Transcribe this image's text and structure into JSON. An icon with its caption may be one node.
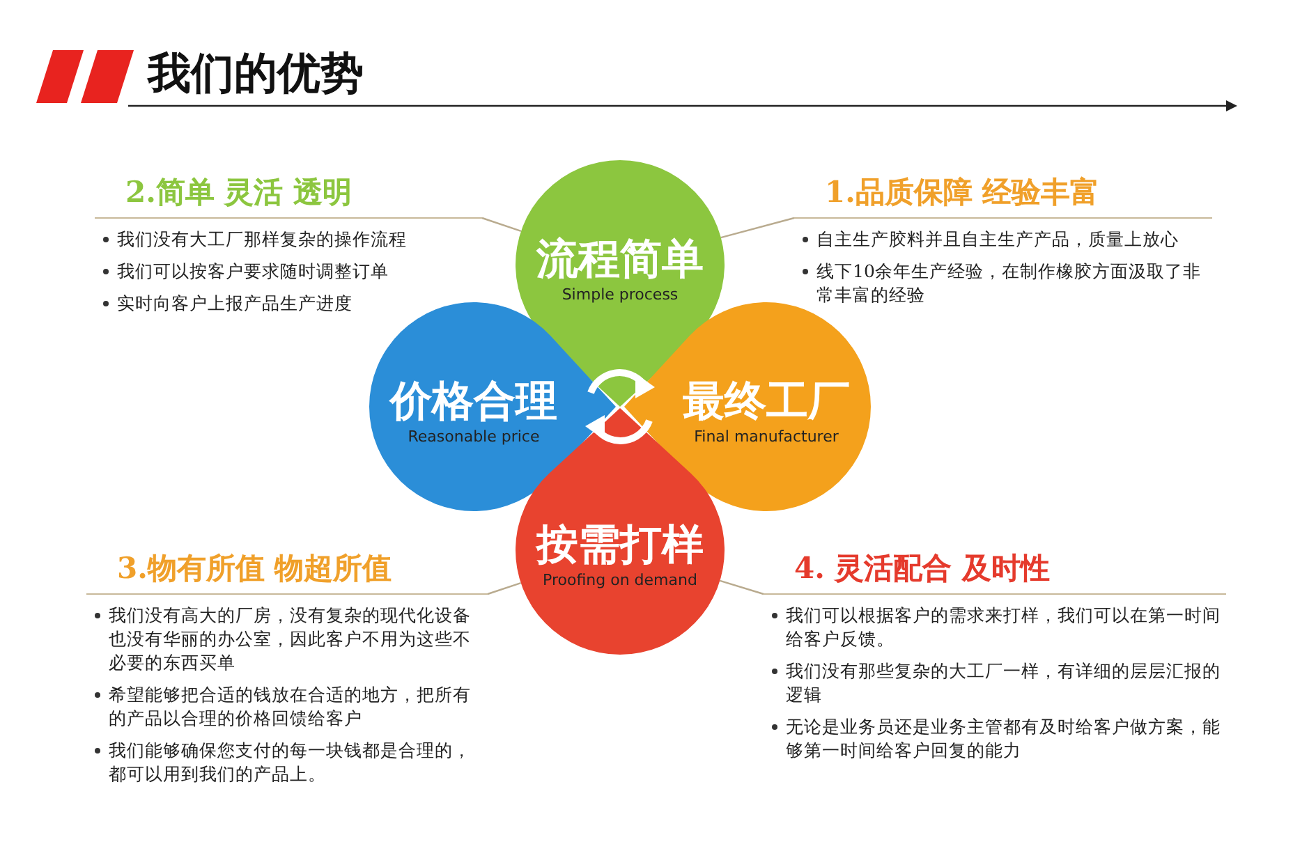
{
  "diagram": {
    "title": "我们的优势",
    "nodes": [
      {
        "text": [
          "2.简单 灵活 透明",
          "我们没有大工厂那样复杂的操作流程",
          "我们可以按客户要求随时调整订单",
          "实时向客户上报产品生产进度"
        ]
      },
      {
        "text": [
          "1.品质保障 经验丰富",
          "自主生产胶料并且自主生产产品，质量上放心",
          "线下10余年生产经验，在制作橡胶方面汲取了非常丰富的经验"
        ]
      },
      {
        "text": [
          "流程简单",
          "Simple process"
        ]
      },
      {
        "text": [
          "价格合理",
          "Reasonable price"
        ]
      },
      {
        "text": [
          "最终工厂",
          "Final manufacturer"
        ]
      },
      {
        "text": [
          "按需打样",
          "Proofing on demand"
        ]
      },
      {
        "text": [
          "3.物有所值 物超所值",
          "我们没有高大的厂房，没有复杂的现代化设备也没有华丽的办公室，因此客户不用为这些不必要的东西买单",
          "希望能够把合适的钱放在合适的地方，把所有的产品以合理的价格回馈给客户",
          "我们能够确保您支付的每一块钱都是合理的，都可以用到我们的产品上。"
        ]
      },
      {
        "text": [
          "4. 灵活配合 及时性",
          "我们可以根据客户的需求来打样，我们可以在第一时间给客户反馈。",
          "我们没有那些复杂的大工厂一样，有详细的层层汇报的逻辑",
          "无论是业务员还是业务主管都有及时给客户做方案，能够第一时间给客户回复的能力"
        ]
      }
    ],
    "edges": [
      {
        "from": 0,
        "to": 2,
        "arrow": "none"
      },
      {
        "from": 1,
        "to": 2,
        "arrow": "none"
      },
      {
        "from": 6,
        "to": 5,
        "arrow": "none"
      },
      {
        "from": 7,
        "to": 5,
        "arrow": "none"
      }
    ]
  }
}
